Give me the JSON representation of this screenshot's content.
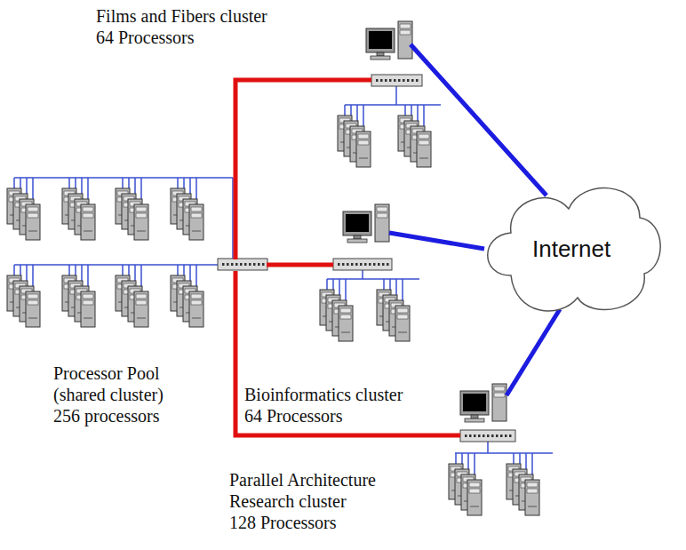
{
  "diagram": {
    "nodes": [
      {
        "text": [
          "Films and Fibers cluster",
          "64 Processors"
        ]
      },
      {
        "text": [
          "Processor Pool (shared cluster)",
          "256 processors"
        ]
      },
      {
        "text": [
          "Bioinformatics cluster",
          "64 Processors"
        ]
      },
      {
        "text": [
          "Internet"
        ]
      },
      {
        "text": [
          "Parallel Architecture Research cluster",
          "128 Processors"
        ]
      }
    ],
    "edges": [
      {
        "from": 1,
        "to": 0,
        "arrow": "none"
      },
      {
        "from": 1,
        "to": 2,
        "arrow": "none"
      },
      {
        "from": 1,
        "to": 4,
        "arrow": "none"
      },
      {
        "from": 0,
        "to": 3,
        "arrow": "none"
      },
      {
        "from": 2,
        "to": 3,
        "arrow": "none"
      },
      {
        "from": 4,
        "to": 3,
        "arrow": "none"
      }
    ]
  }
}
